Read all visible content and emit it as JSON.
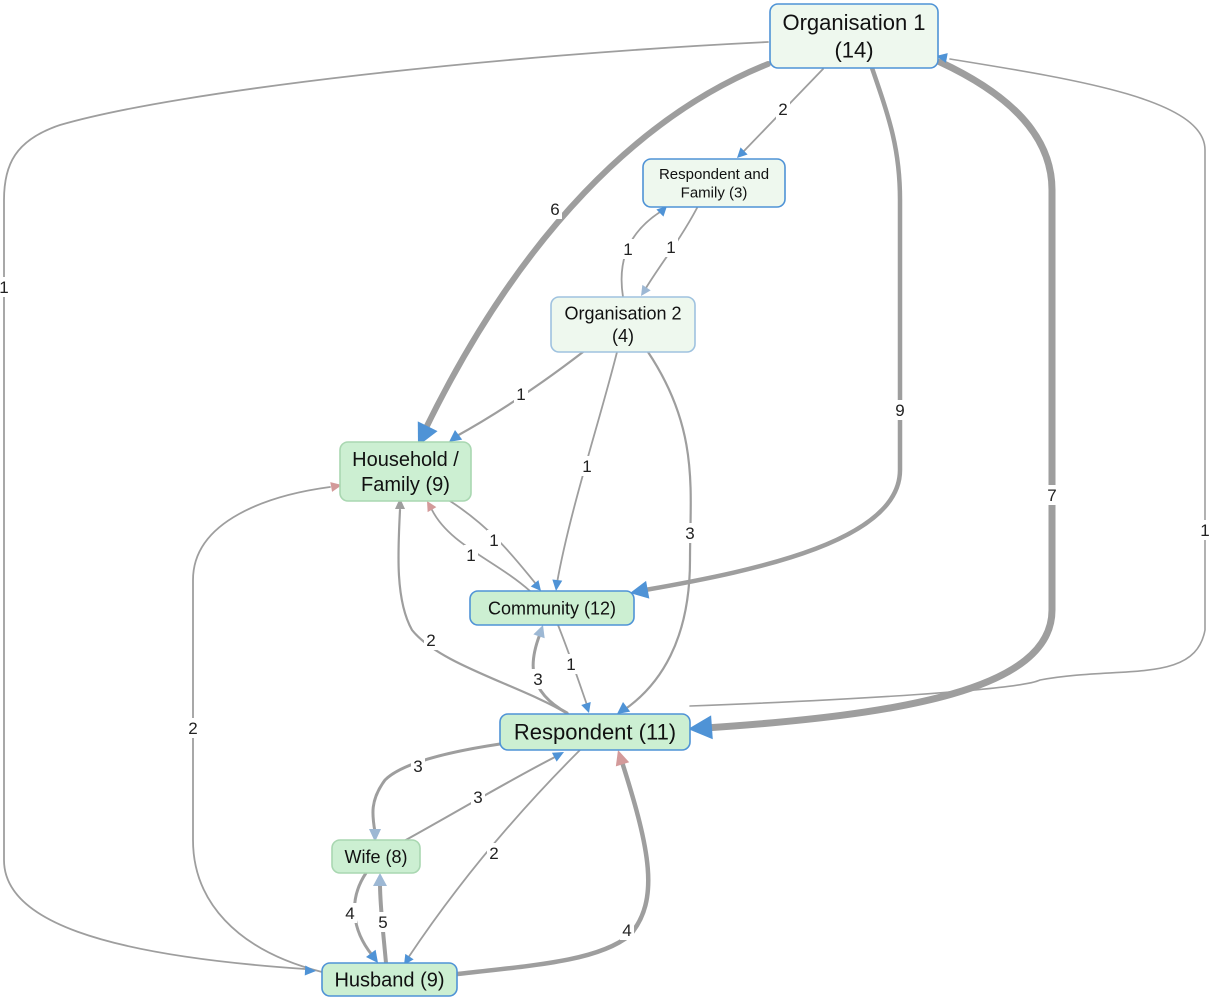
{
  "colors": {
    "edge": "#9e9e9e",
    "arrow_blue": "#4f93d6",
    "arrow_light": "#9db8d4",
    "arrow_red": "#d39a9a",
    "arrow_grey": "#9e9e9e",
    "node_stroke_blue": "#4f93d6",
    "node_stroke_light": "#9fc2df",
    "node_stroke_green": "#a9d7b1",
    "node_fill_pale": "#eef8ee",
    "node_fill_green": "#ccefd2"
  },
  "nodes": [
    {
      "id": "org1",
      "lines": [
        "Organisation 1",
        "(14)"
      ]
    },
    {
      "id": "rf",
      "lines": [
        "Respondent and",
        "Family (3)"
      ]
    },
    {
      "id": "org2",
      "lines": [
        "Organisation 2",
        "(4)"
      ]
    },
    {
      "id": "hh",
      "lines": [
        "Household /",
        "Family (9)"
      ]
    },
    {
      "id": "comm",
      "lines": [
        "Community (12)"
      ]
    },
    {
      "id": "resp",
      "lines": [
        "Respondent (11)"
      ]
    },
    {
      "id": "wife",
      "lines": [
        "Wife (8)"
      ]
    },
    {
      "id": "husb",
      "lines": [
        "Husband (9)"
      ]
    }
  ],
  "edges": [
    {
      "id": "org1-rf",
      "from": "Organisation 1",
      "to": "Respondent and Family",
      "weight": "2",
      "arrow": "arrow_blue"
    },
    {
      "id": "org1-hh",
      "from": "Organisation 1",
      "to": "Household / Family",
      "weight": "6",
      "arrow": "arrow_blue"
    },
    {
      "id": "org1-comm",
      "from": "Organisation 1",
      "to": "Community",
      "weight": "9",
      "arrow": "arrow_blue"
    },
    {
      "id": "org1-resp",
      "from": "Organisation 1",
      "to": "Respondent",
      "weight": "7",
      "arrow": "arrow_blue"
    },
    {
      "id": "org1-husb",
      "from": "Organisation 1",
      "to": "Husband",
      "weight": "1",
      "arrow": "arrow_blue"
    },
    {
      "id": "resp-org1",
      "from": "Respondent",
      "to": "Organisation 1",
      "weight": "1",
      "arrow": "arrow_blue"
    },
    {
      "id": "org2-rf",
      "from": "Organisation 2",
      "to": "Respondent and Family",
      "weight": "1",
      "arrow": "arrow_blue"
    },
    {
      "id": "rf-org2",
      "from": "Respondent and Family",
      "to": "Organisation 2",
      "weight": "1",
      "arrow": "arrow_light"
    },
    {
      "id": "org2-hh",
      "from": "Organisation 2",
      "to": "Household / Family",
      "weight": "1",
      "arrow": "arrow_blue"
    },
    {
      "id": "org2-comm",
      "from": "Organisation 2",
      "to": "Community",
      "weight": "1",
      "arrow": "arrow_blue"
    },
    {
      "id": "org2-resp",
      "from": "Organisation 2",
      "to": "Respondent",
      "weight": "3",
      "arrow": "arrow_blue"
    },
    {
      "id": "hh-comm",
      "from": "Household / Family",
      "to": "Community",
      "weight": "1",
      "arrow": "arrow_blue"
    },
    {
      "id": "comm-hh",
      "from": "Community",
      "to": "Household / Family",
      "weight": "1",
      "arrow": "arrow_red"
    },
    {
      "id": "resp-hh",
      "from": "Respondent",
      "to": "Household / Family",
      "weight": "2",
      "arrow": "arrow_grey"
    },
    {
      "id": "comm-resp",
      "from": "Community",
      "to": "Respondent",
      "weight": "1",
      "arrow": "arrow_blue"
    },
    {
      "id": "resp-comm",
      "from": "Respondent",
      "to": "Community",
      "weight": "3",
      "arrow": "arrow_light"
    },
    {
      "id": "resp-wife",
      "from": "Respondent",
      "to": "Wife",
      "weight": "3",
      "arrow": "arrow_light"
    },
    {
      "id": "wife-resp",
      "from": "Wife",
      "to": "Respondent",
      "weight": "3",
      "arrow": "arrow_blue"
    },
    {
      "id": "resp-husb",
      "from": "Respondent",
      "to": "Husband",
      "weight": "2",
      "arrow": "arrow_blue"
    },
    {
      "id": "husb-resp",
      "from": "Husband",
      "to": "Respondent",
      "weight": "4",
      "arrow": "arrow_red"
    },
    {
      "id": "wife-husb",
      "from": "Wife",
      "to": "Husband",
      "weight": "4",
      "arrow": "arrow_blue"
    },
    {
      "id": "husb-wife",
      "from": "Husband",
      "to": "Wife",
      "weight": "5",
      "arrow": "arrow_light"
    },
    {
      "id": "husb-hh",
      "from": "Husband",
      "to": "Household / Family",
      "weight": "2",
      "arrow": "arrow_red"
    }
  ]
}
